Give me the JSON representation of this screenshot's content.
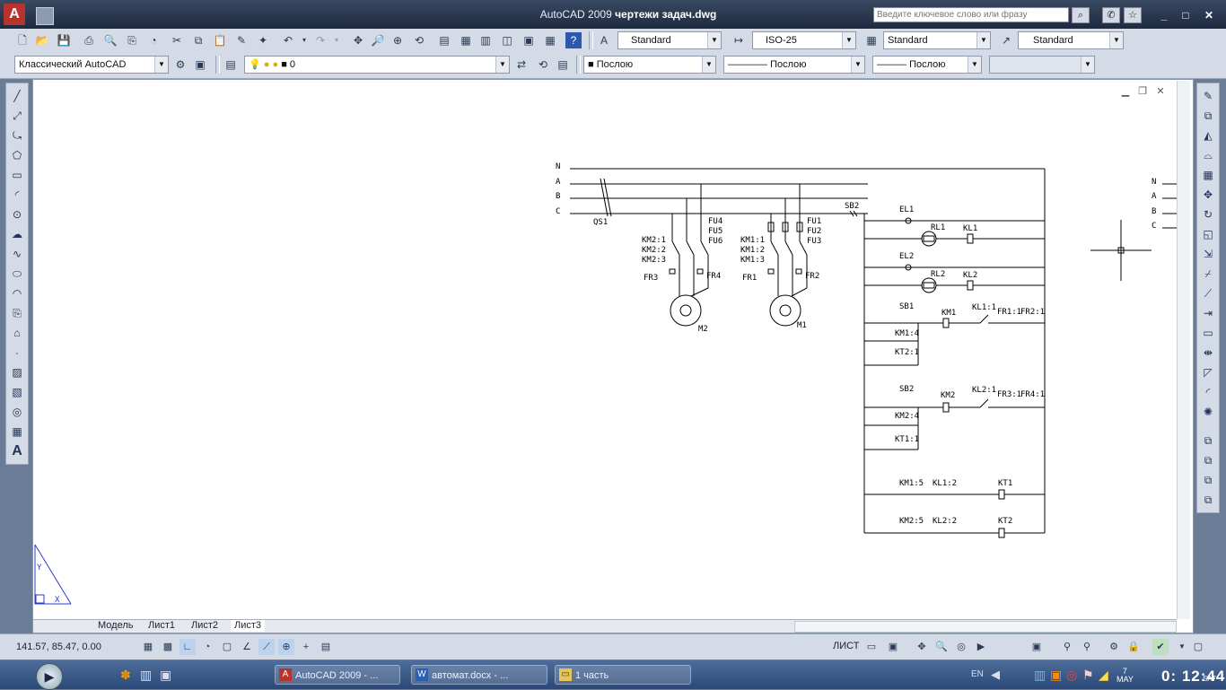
{
  "window": {
    "app_name": "AutoCAD 2009",
    "file_name": "чертежи задач.dwg",
    "search_placeholder": "Введите ключевое слово или фразу",
    "minimize": "_",
    "restore": "□",
    "close": "✕"
  },
  "toolbar": {
    "text_style": "Standard",
    "dim_style": "ISO-25",
    "table_style": "Standard",
    "mleader_style": "Standard",
    "workspace": "Классический AutoCAD",
    "layer": "0",
    "color": "Послою",
    "linetype": "Послою",
    "lineweight": "Послою"
  },
  "drawing": {
    "phase_labels": [
      "N",
      "A",
      "B",
      "C"
    ],
    "right_phase_labels": [
      "N",
      "A",
      "B",
      "C"
    ],
    "qs1": "QS1",
    "fuses_left": [
      "FU4",
      "FU5",
      "FU6"
    ],
    "fuses_right": [
      "FU1",
      "FU2",
      "FU3"
    ],
    "km2_contacts": [
      "KM2:1",
      "KM2:2",
      "KM2:3"
    ],
    "km1_contacts": [
      "KM1:1",
      "KM1:2",
      "KM1:3"
    ],
    "fr3": "FR3",
    "fr4": "FR4",
    "fr1": "FR1",
    "fr2": "FR2",
    "m2": "M2",
    "m1": "M1",
    "sb2_top": "SB2",
    "el1": "EL1",
    "rl1": "RL1",
    "kl1": "KL1",
    "el2": "EL2",
    "rl2": "RL2",
    "kl2": "KL2",
    "sb1": "SB1",
    "km1": "KM1",
    "kl1_1": "KL1:1",
    "fr1_1": "FR1:1",
    "fr2_1": "FR2:1",
    "km1_4": "KM1:4",
    "kt2_1": "KT2:1",
    "sb2": "SB2",
    "km2": "KM2",
    "kl2_1": "KL2:1",
    "fr3_1": "FR3:1",
    "fr4_1": "FR4:1",
    "km2_4": "KM2:4",
    "kt1_1": "KT1:1",
    "km1_5": "KM1:5",
    "kl1_2": "KL1:2",
    "kt1": "KT1",
    "km2_5": "KM2:5",
    "kl2_2": "KL2:2",
    "kt2": "KT2",
    "ucs_y": "Y",
    "ucs_x": "X"
  },
  "tabs": [
    "Модель",
    "Лист1",
    "Лист2",
    "Лист3"
  ],
  "status": {
    "coords": "141.57, 85.47, 0.00",
    "sheet": "ЛИСТ"
  },
  "taskbar": {
    "tasks": [
      "AutoCAD 2009 - ...",
      "автомат.docx - ...",
      "1 часть"
    ],
    "lang": "EN",
    "day": "7",
    "month": "MAY",
    "weekday": "SAT",
    "time": "0: 12:44"
  }
}
